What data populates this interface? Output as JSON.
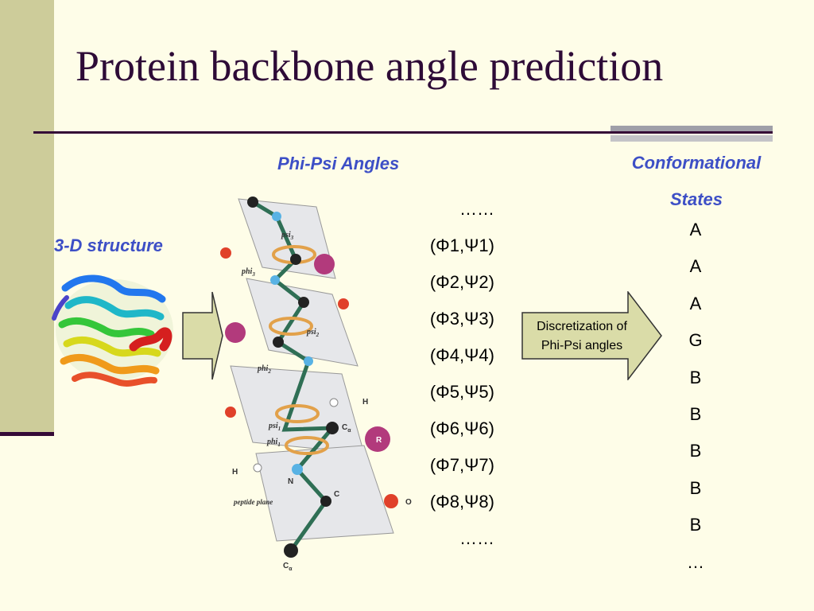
{
  "slide": {
    "title": "Protein backbone angle prediction",
    "accent_color": "#3d4fc6",
    "title_color": "#2e0b37",
    "background_color": "#fefde8"
  },
  "labels": {
    "structure": "3-D structure",
    "phi_psi": "Phi-Psi Angles",
    "conformational_line1": "Conformational",
    "conformational_line2": "States"
  },
  "angles": [
    "……",
    "(Φ1,Ψ1)",
    "(Φ2,Ψ2)",
    "(Φ3,Ψ3)",
    "(Φ4,Ψ4)",
    "(Φ5,Ψ5)",
    "(Φ6,Ψ6)",
    "(Φ7,Ψ7)",
    "(Φ8,Ψ8)",
    "……"
  ],
  "states": [
    "A",
    "A",
    "A",
    "G",
    "B",
    "B",
    "B",
    "B",
    "B",
    "…"
  ],
  "discretization": {
    "line1": "Discretization of",
    "line2": "Phi-Psi angles"
  },
  "diagram_labels": {
    "psi3": "psi",
    "phi3": "phi",
    "psi2": "psi",
    "phi2": "phi",
    "psi1": "psi",
    "phi1": "phi",
    "h1": "H",
    "h2": "H",
    "n": "N",
    "r": "R",
    "ca1": "C",
    "ca2": "C",
    "c": "C",
    "o": "O",
    "plane": "peptide plane",
    "sub3": "3",
    "sub2": "2",
    "sub1": "1",
    "sub_a": "α"
  }
}
